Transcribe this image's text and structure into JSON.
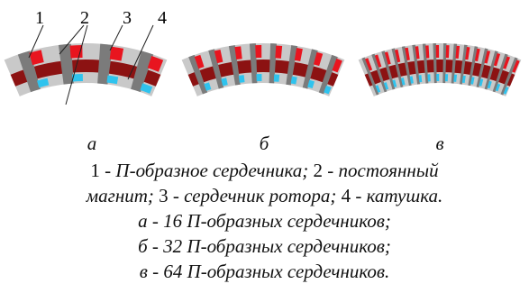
{
  "callouts": [
    "1",
    "2",
    "3",
    "4"
  ],
  "panels": [
    {
      "label": "а",
      "cores": 16
    },
    {
      "label": "б",
      "cores": 32
    },
    {
      "label": "в",
      "cores": 64
    }
  ],
  "caption": {
    "line1": {
      "n1": "1 - ",
      "t1": "П-образное сердечника; ",
      "n2": "2",
      "t2": " - постоянный"
    },
    "line2": {
      "t1": "магнит; ",
      "n3": "3",
      "t2": " - сердечник ротора; ",
      "n4": "4",
      "t3": " - катушка."
    },
    "line3": "а - 16 П-образных сердечников;",
    "line4": "б - 32 П-образных сердечников;",
    "line5": "в - 64 П-образных сердечников."
  },
  "colors": {
    "core": "#7b7b7b",
    "core_light": "#b5b5b5",
    "magnet": "#e8151f",
    "rotor": "#8c1212",
    "coil": "#2fc3ee",
    "back": "#c9c9c9"
  }
}
